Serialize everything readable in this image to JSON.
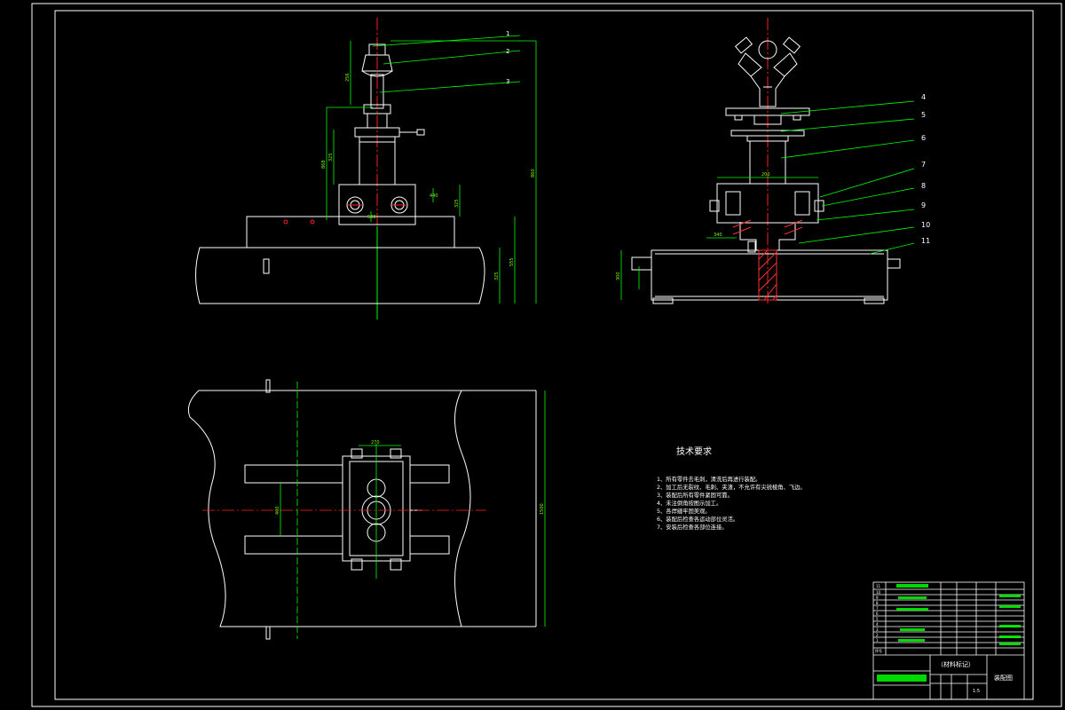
{
  "colors": {
    "background": "#000000",
    "frame": "#ffffff",
    "outline": "#ffffff",
    "dimension": "#00ff00",
    "centerline": "#ff2020",
    "hatch": "#ff3030",
    "table_fill": "#00ff00"
  },
  "front_view": {
    "leaders": [
      "1",
      "2",
      "3"
    ],
    "dims": [
      "256",
      "868",
      "860",
      "555",
      "325",
      "325",
      "325",
      "440",
      "580"
    ]
  },
  "side_view": {
    "leaders": [
      "4",
      "5",
      "6",
      "7",
      "8",
      "9",
      "10",
      "11"
    ],
    "dims": [
      "200",
      "340",
      "300"
    ]
  },
  "plan_view": {
    "dims": [
      "270",
      "400",
      "1500"
    ]
  },
  "technical_requirements": {
    "title": "技术要求",
    "items": [
      "1、所有零件去毛刺，清洗后再进行装配。",
      "2、加工后无裂纹、毛刺、夹渣，不允许有尖锐棱角、飞边。",
      "3、装配后所有零件紧固可靠。",
      "4、未注倒角按图示加工。",
      "5、各焊缝牢固美观。",
      "6、装配后检查各运动部位灵活。",
      "7、安装后检查各部位连接。"
    ]
  },
  "title_block": {
    "material": "（材料标记）",
    "drawing_name": "装配图",
    "scale": "1:5",
    "row_labels": [
      "11",
      "10",
      "9",
      "8",
      "7",
      "6",
      "5",
      "4",
      "3",
      "2",
      "1",
      "序号"
    ]
  }
}
